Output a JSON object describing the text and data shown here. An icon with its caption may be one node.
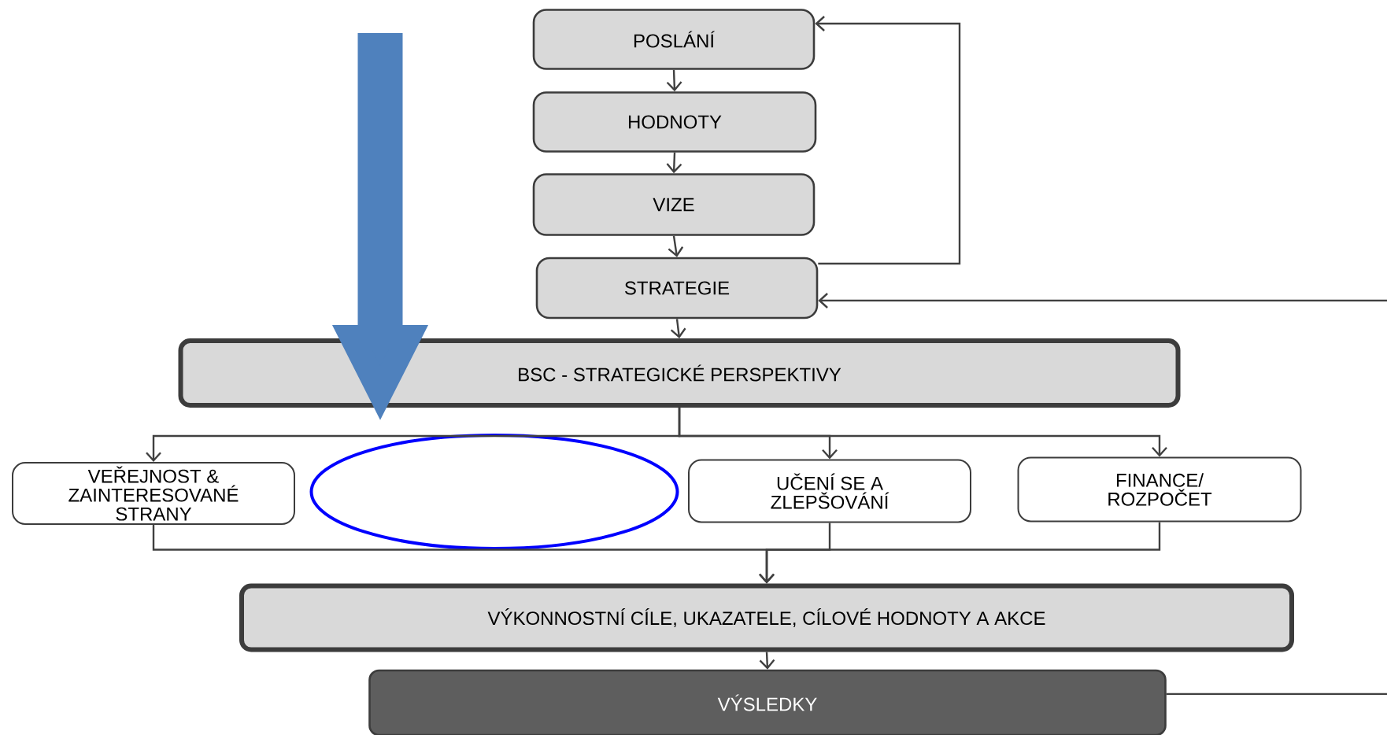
{
  "diagram": {
    "nodes": [
      {
        "text": [
          "POSLÁNÍ"
        ]
      },
      {
        "text": [
          "HODNOTY"
        ]
      },
      {
        "text": [
          "VIZE"
        ]
      },
      {
        "text": [
          "STRATEGIE"
        ]
      },
      {
        "text": [
          "BSC - STRATEGICKÉ PERSPEKTIVY"
        ]
      },
      {
        "text": [
          "VEŘEJNOST & ZAINTERESOVANÉ STRANY"
        ]
      },
      {
        "text": [],
        "shape": "ellipse"
      },
      {
        "text": [
          "UČENÍ SE A ZLEPŠOVÁNÍ"
        ]
      },
      {
        "text": [
          "FINANCE/ ROZPOČET"
        ]
      },
      {
        "text": [
          "VÝKONNOSTNÍ CÍLE, UKAZATELE, CÍLOVÉ HODNOTY A AKCE"
        ]
      },
      {
        "text": [
          "VÝSLEDKY"
        ]
      }
    ],
    "edges": [
      {
        "from": 0,
        "to": 1,
        "arrow": "to"
      },
      {
        "from": 1,
        "to": 2,
        "arrow": "to"
      },
      {
        "from": 2,
        "to": 3,
        "arrow": "to"
      },
      {
        "from": 3,
        "to": 0,
        "arrow": "to"
      },
      {
        "from": null,
        "to": 3,
        "arrow": "to"
      },
      {
        "from": 3,
        "to": 4,
        "arrow": "to"
      },
      {
        "from": 4,
        "to": 5,
        "arrow": "to"
      },
      {
        "from": 4,
        "to": 7,
        "arrow": "to"
      },
      {
        "from": 4,
        "to": 8,
        "arrow": "to"
      },
      {
        "from": 5,
        "to": 9,
        "arrow": "to"
      },
      {
        "from": 7,
        "to": 9,
        "arrow": "to"
      },
      {
        "from": 8,
        "to": 9,
        "arrow": "to"
      },
      {
        "from": 9,
        "to": 10,
        "arrow": "to"
      },
      {
        "from": 10,
        "to": null,
        "arrow": "none"
      },
      {
        "from": null,
        "to": 6,
        "arrow": "to",
        "style": "thick",
        "color": "#4f81bd"
      }
    ]
  }
}
